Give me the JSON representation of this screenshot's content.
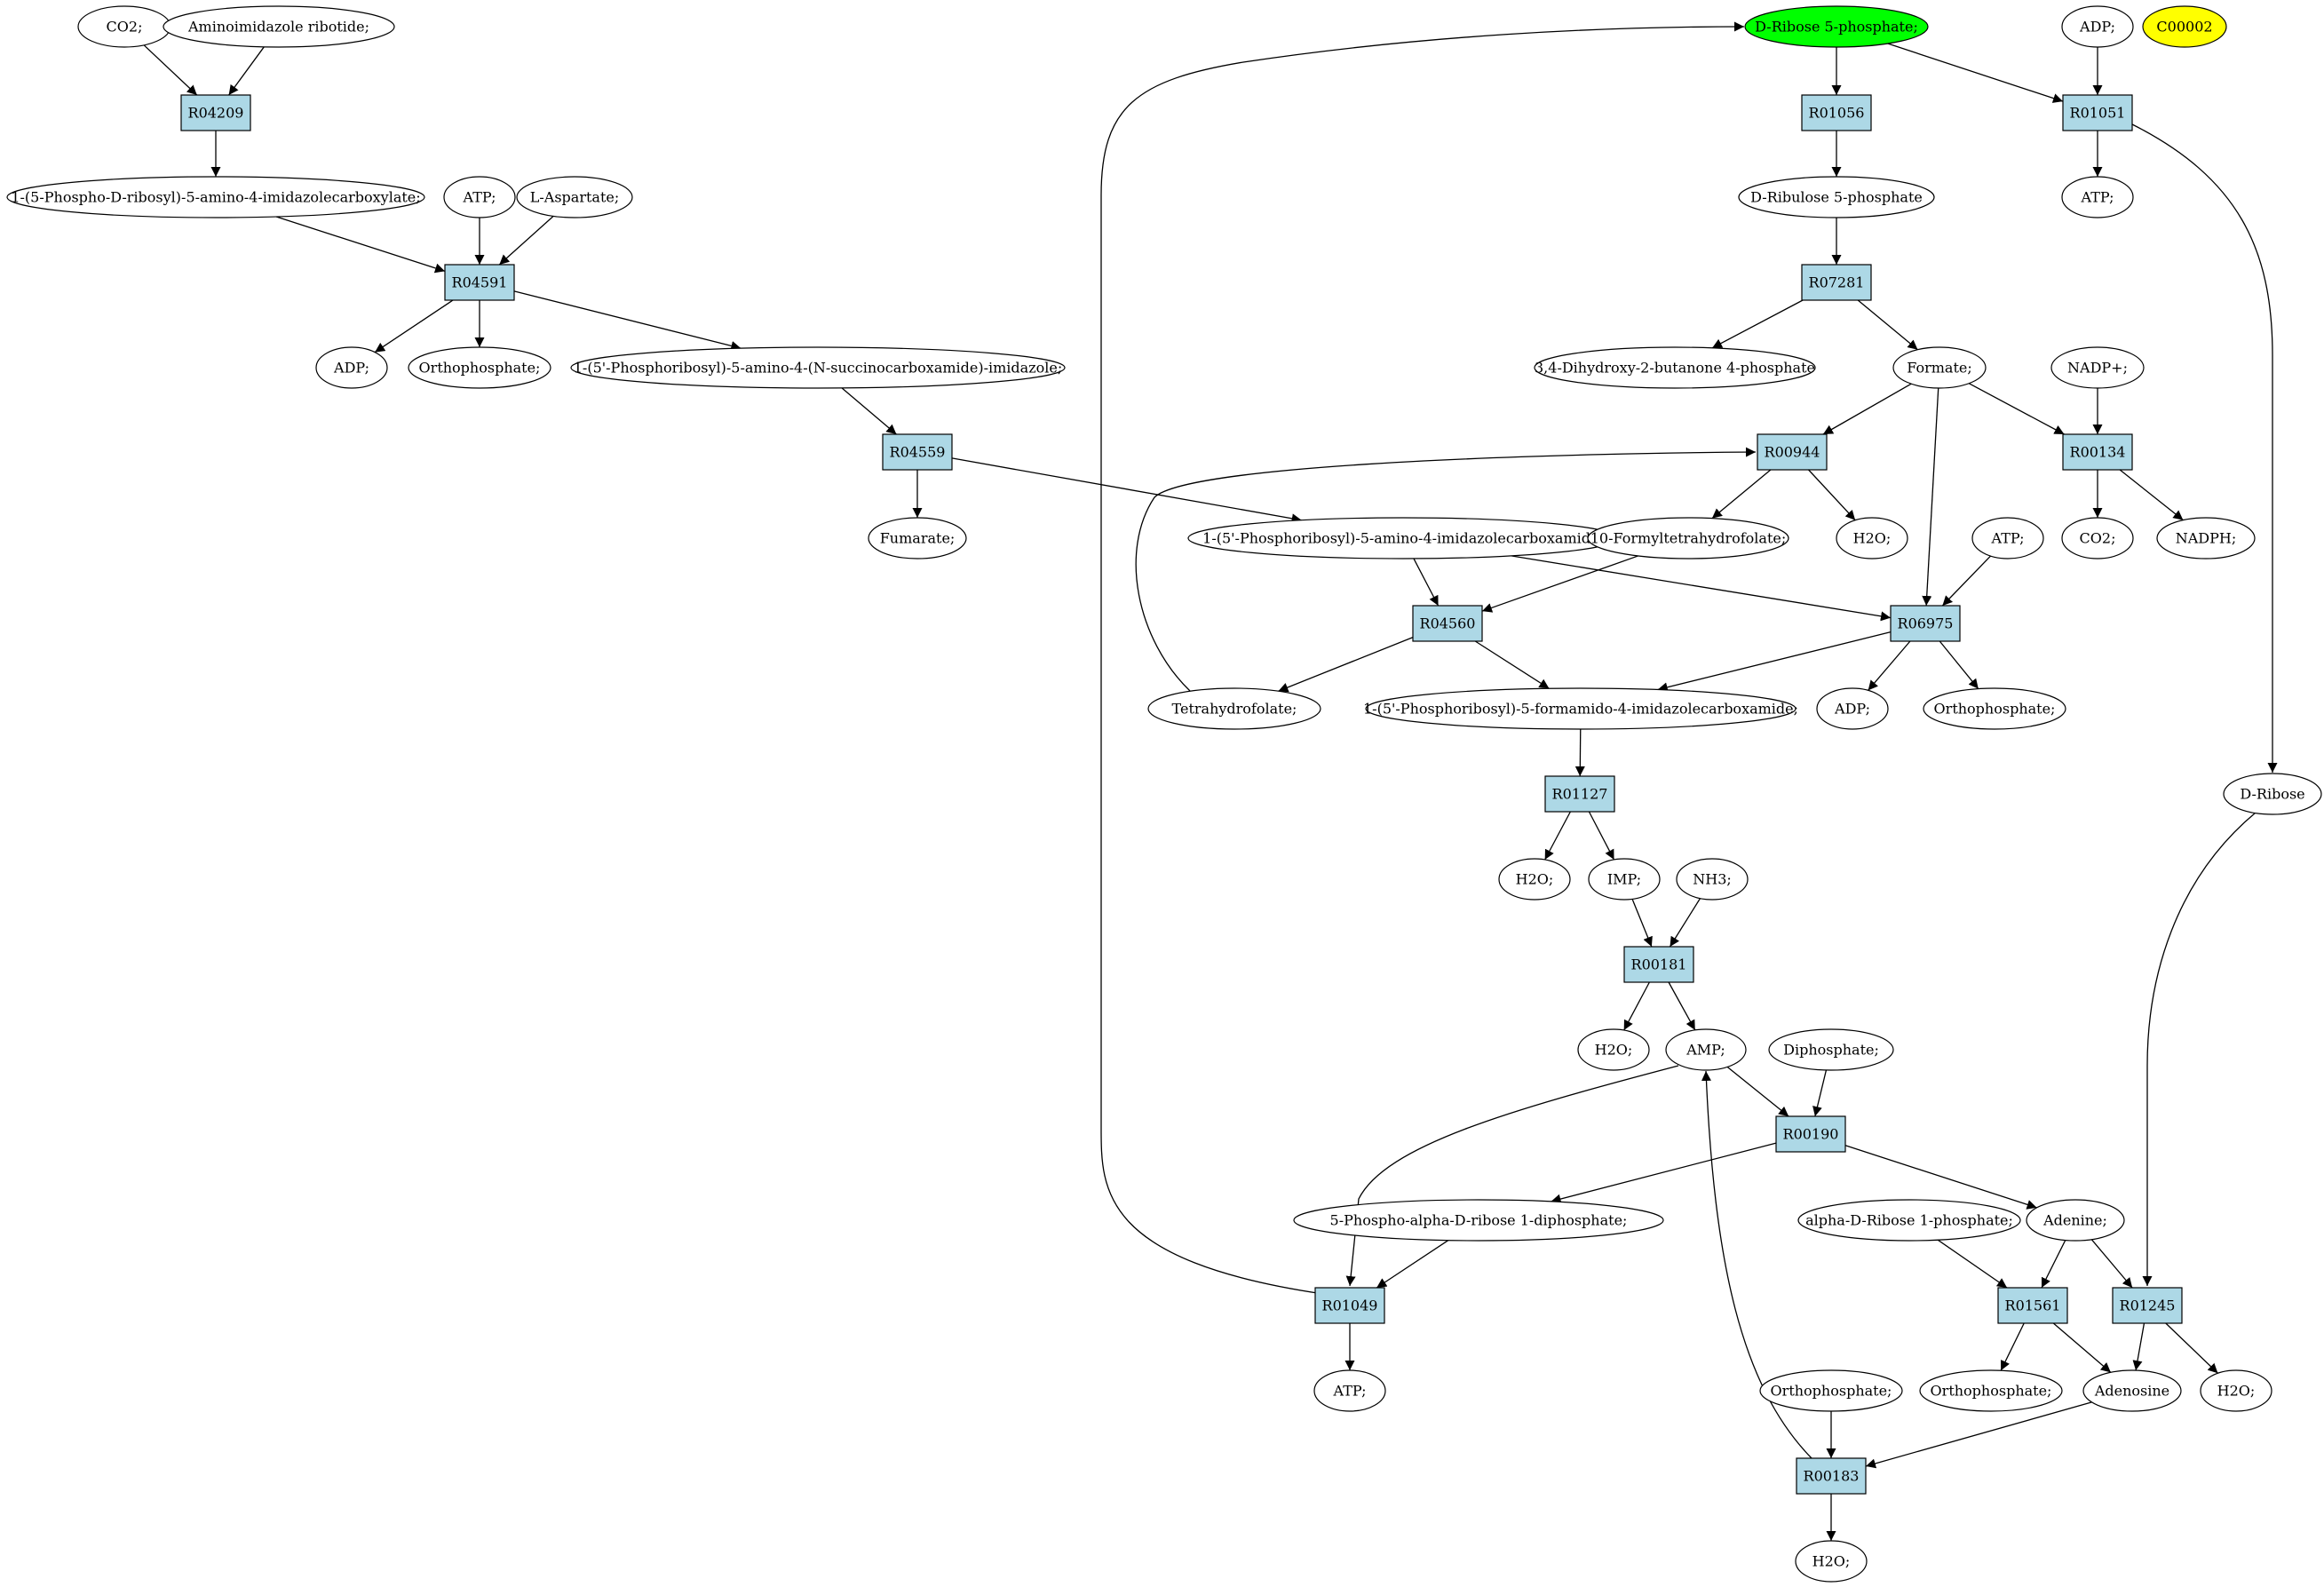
{
  "colors": {
    "reaction_fill": "#add8e6",
    "start_compound_fill": "#00ff00",
    "cofactor_fill": "#ffff00",
    "node_stroke": "#000000",
    "edge": "#000000"
  },
  "reactions": {
    "R04209": "R04209",
    "R04591": "R04591",
    "R04559": "R04559",
    "R01056": "R01056",
    "R07281": "R07281",
    "R01051": "R01051",
    "R00944": "R00944",
    "R00134": "R00134",
    "R04560": "R04560",
    "R06975": "R06975",
    "R01127": "R01127",
    "R00181": "R00181",
    "R00190": "R00190",
    "R01049": "R01049",
    "R01561": "R01561",
    "R01245": "R01245",
    "R00183": "R00183"
  },
  "compounds": {
    "co2_a": "CO2;",
    "aminoimidazole_ribotide": "Aminoimidazole ribotide;",
    "phospho_ribosyl_amino_imidazolecarboxylate": "1-(5-Phospho-D-ribosyl)-5-amino-4-imidazolecarboxylate;",
    "atp_a": "ATP;",
    "l_aspartate": "L-Aspartate;",
    "adp_a": "ADP;",
    "orthophosphate_a": "Orthophosphate;",
    "succinocarboxamide_imidazole": "1-(5'-Phosphoribosyl)-5-amino-4-(N-succinocarboxamide)-imidazole;",
    "fumarate": "Fumarate;",
    "d_ribose_5_phosphate": "D-Ribose 5-phosphate;",
    "adp_b": "ADP;",
    "c00002": "C00002",
    "d_ribulose_5_phosphate": "D-Ribulose 5-phosphate",
    "atp_b": "ATP;",
    "dihydroxy_butanone_phosphate": "3,4-Dihydroxy-2-butanone 4-phosphate",
    "formate": "Formate;",
    "nadp": "NADP+;",
    "aicar": "1-(5'-Phosphoribosyl)-5-amino-4-imidazolecarboxamide;",
    "formyltetrahydrofolate": "10-Formyltetrahydrofolate;",
    "h2o_a": "H2O;",
    "atp_c": "ATP;",
    "co2_b": "CO2;",
    "nadph": "NADPH;",
    "tetrahydrofolate": "Tetrahydrofolate;",
    "faicar": "1-(5'-Phosphoribosyl)-5-formamido-4-imidazolecarboxamide;",
    "adp_c": "ADP;",
    "orthophosphate_b": "Orthophosphate;",
    "d_ribose": "D-Ribose",
    "h2o_b": "H2O;",
    "imp": "IMP;",
    "nh3": "NH3;",
    "h2o_c": "H2O;",
    "amp": "AMP;",
    "diphosphate": "Diphosphate;",
    "prpp": "5-Phospho-alpha-D-ribose 1-diphosphate;",
    "ribose_1_phosphate": "alpha-D-Ribose 1-phosphate;",
    "adenine": "Adenine;",
    "atp_d": "ATP;",
    "orthophosphate_c": "Orthophosphate;",
    "orthophosphate_d": "Orthophosphate;",
    "adenosine": "Adenosine",
    "h2o_d": "H2O;",
    "h2o_e": "H2O;"
  }
}
